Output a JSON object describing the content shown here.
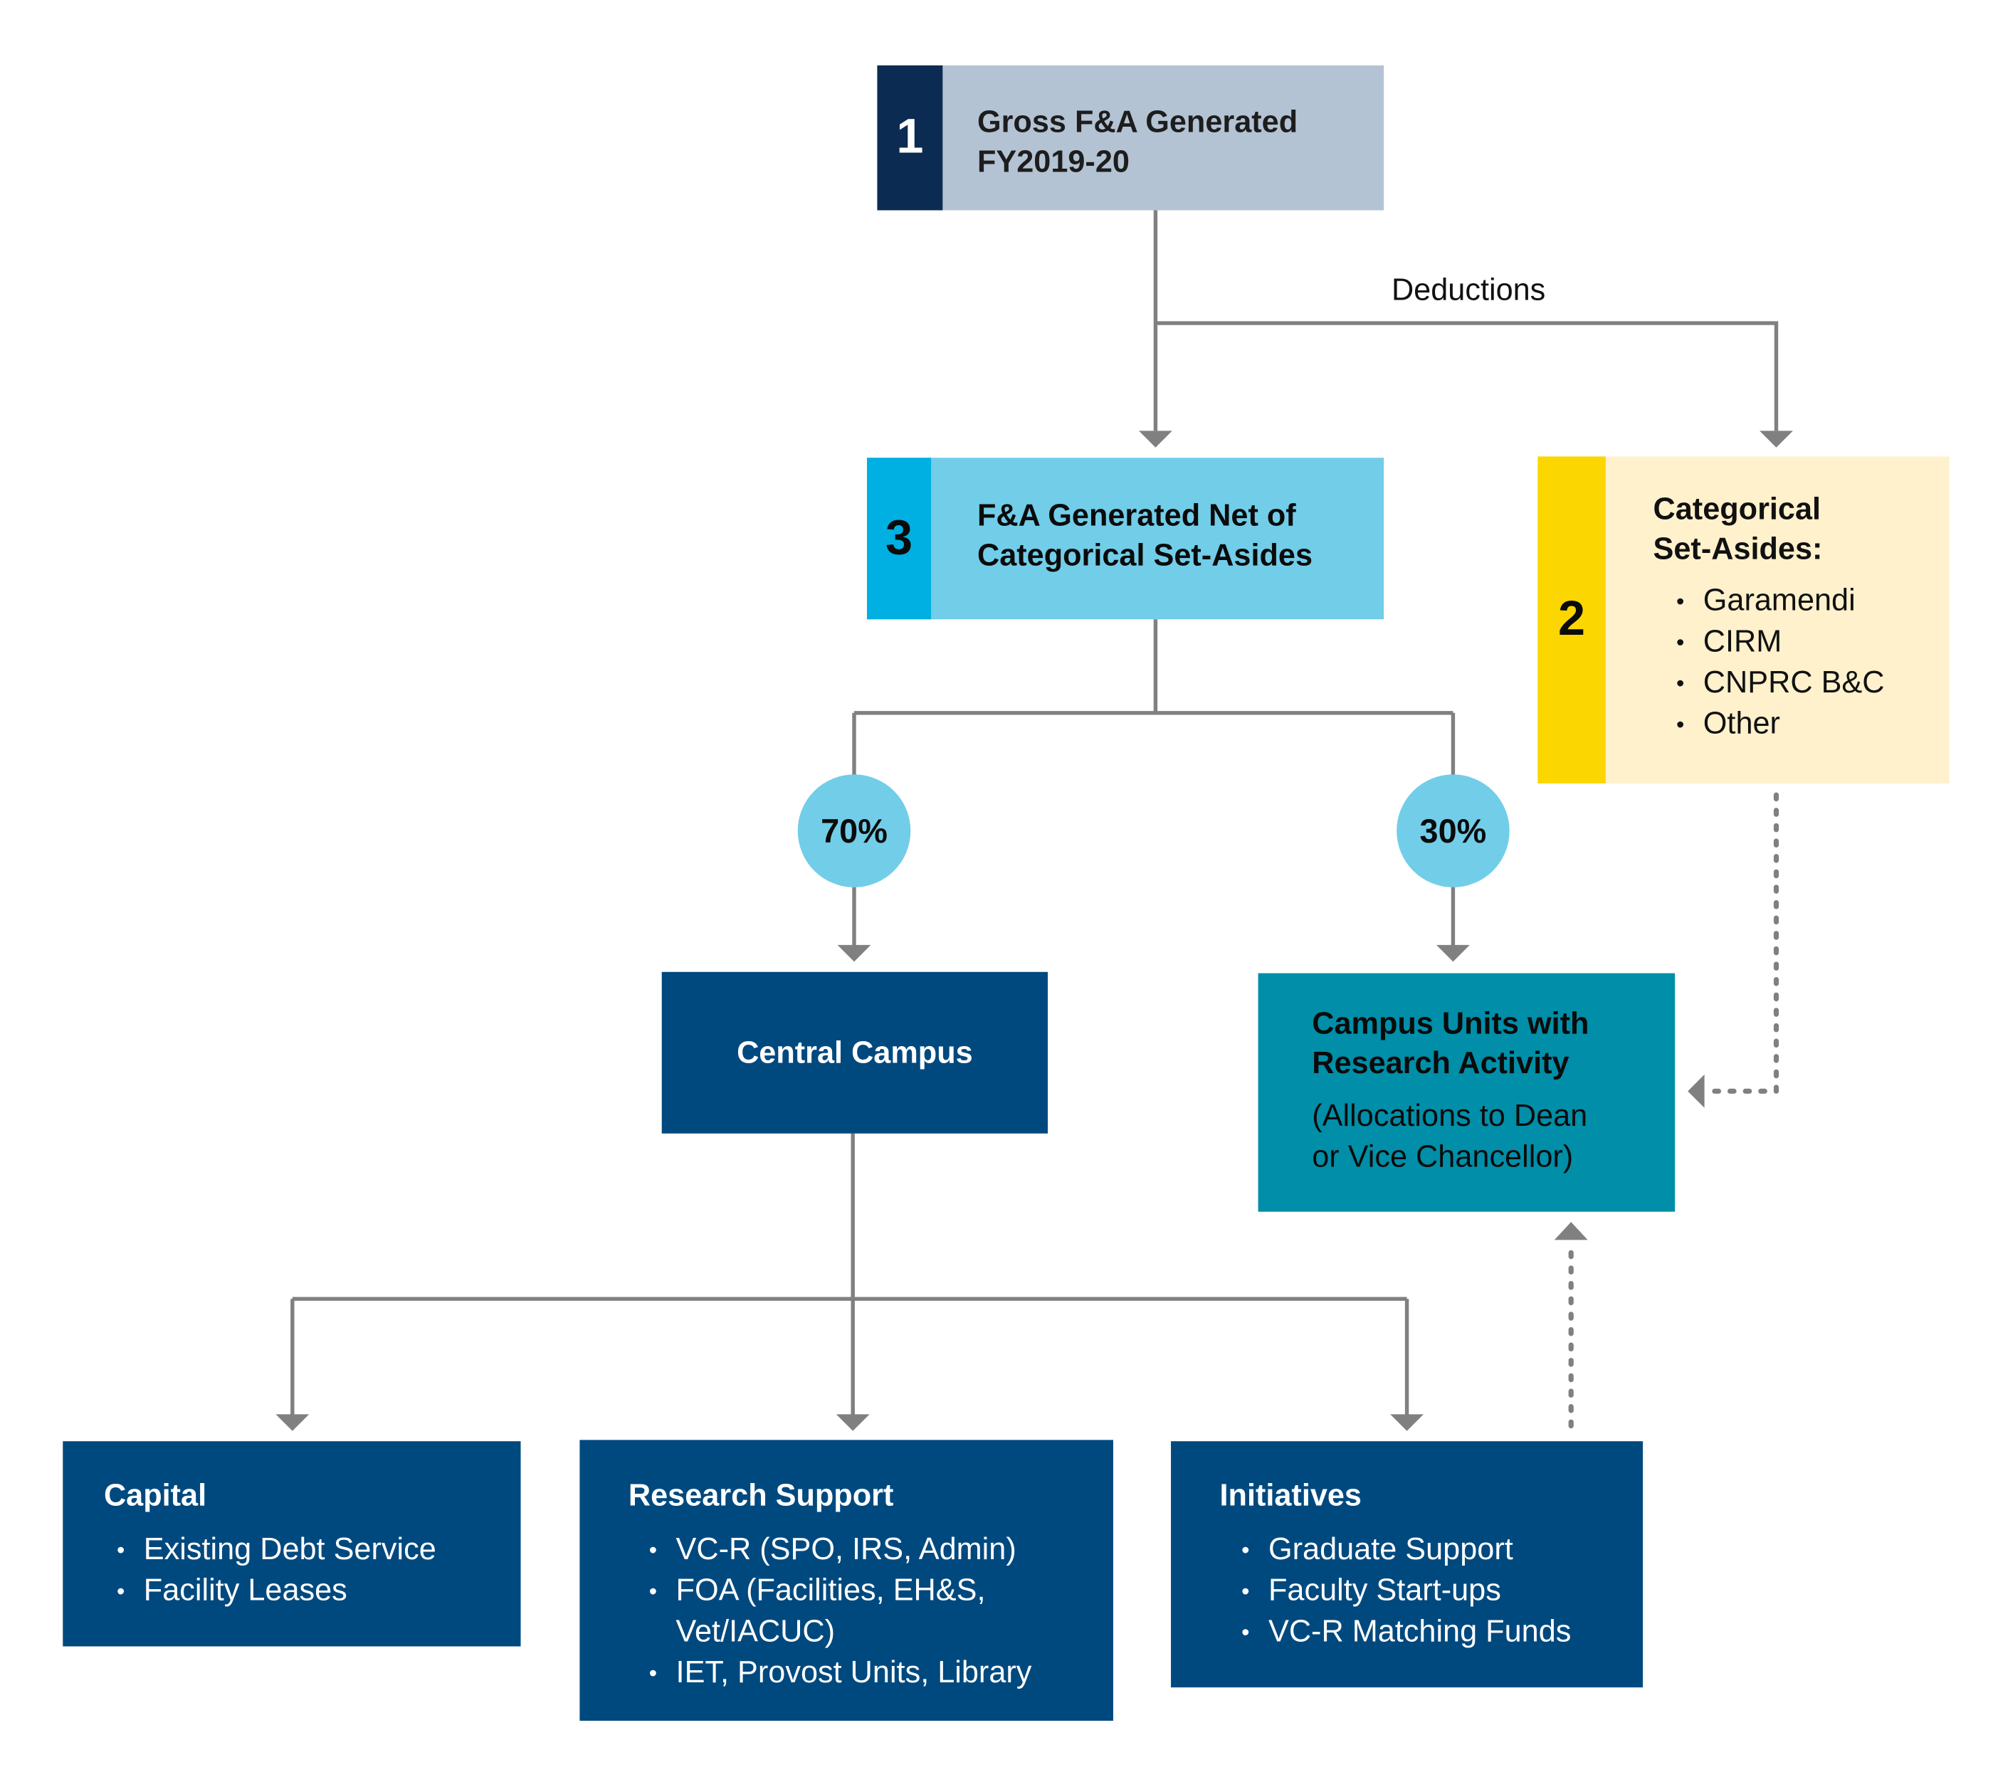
{
  "colors": {
    "navy": "#0b2b52",
    "gray_box": "#b4c3d3",
    "cyan_dark": "#00b0e2",
    "cyan_light": "#72cde9",
    "yellow_dark": "#fcd600",
    "yellow_light": "#fef1cc",
    "blue_box": "#00497f",
    "teal_box": "#008ea8",
    "connector": "#808080"
  },
  "nodes": {
    "gross": {
      "number": "1",
      "title_line1": "Gross F&A Generated",
      "title_line2": "FY2019-20"
    },
    "net": {
      "number": "3",
      "title_line1": "F&A Generated Net of",
      "title_line2": "Categorical Set-Asides"
    },
    "setasides": {
      "number": "2",
      "title_line1": "Categorical",
      "title_line2": "Set-Asides:",
      "items": [
        "Garamendi",
        "CIRM",
        "CNPRC B&C",
        "Other"
      ]
    },
    "central": {
      "title": "Central Campus"
    },
    "units": {
      "title_line1": "Campus Units with",
      "title_line2": "Research Activity",
      "sub_line1": "(Allocations to Dean",
      "sub_line2": "or Vice Chancellor)"
    },
    "capital": {
      "title": "Capital",
      "items": [
        "Existing Debt Service",
        "Facility Leases"
      ]
    },
    "research": {
      "title": "Research Support",
      "items": [
        "VC-R (SPO, IRS, Admin)",
        "FOA (Facilities, EH&S,",
        "Vet/IACUC)",
        "IET, Provost Units, Library"
      ]
    },
    "initiatives": {
      "title": "Initiatives",
      "items": [
        "Graduate Support",
        "Faculty Start-ups",
        "VC-R Matching Funds"
      ]
    }
  },
  "labels": {
    "deductions": "Deductions",
    "pct_central": "70%",
    "pct_units": "30%"
  }
}
